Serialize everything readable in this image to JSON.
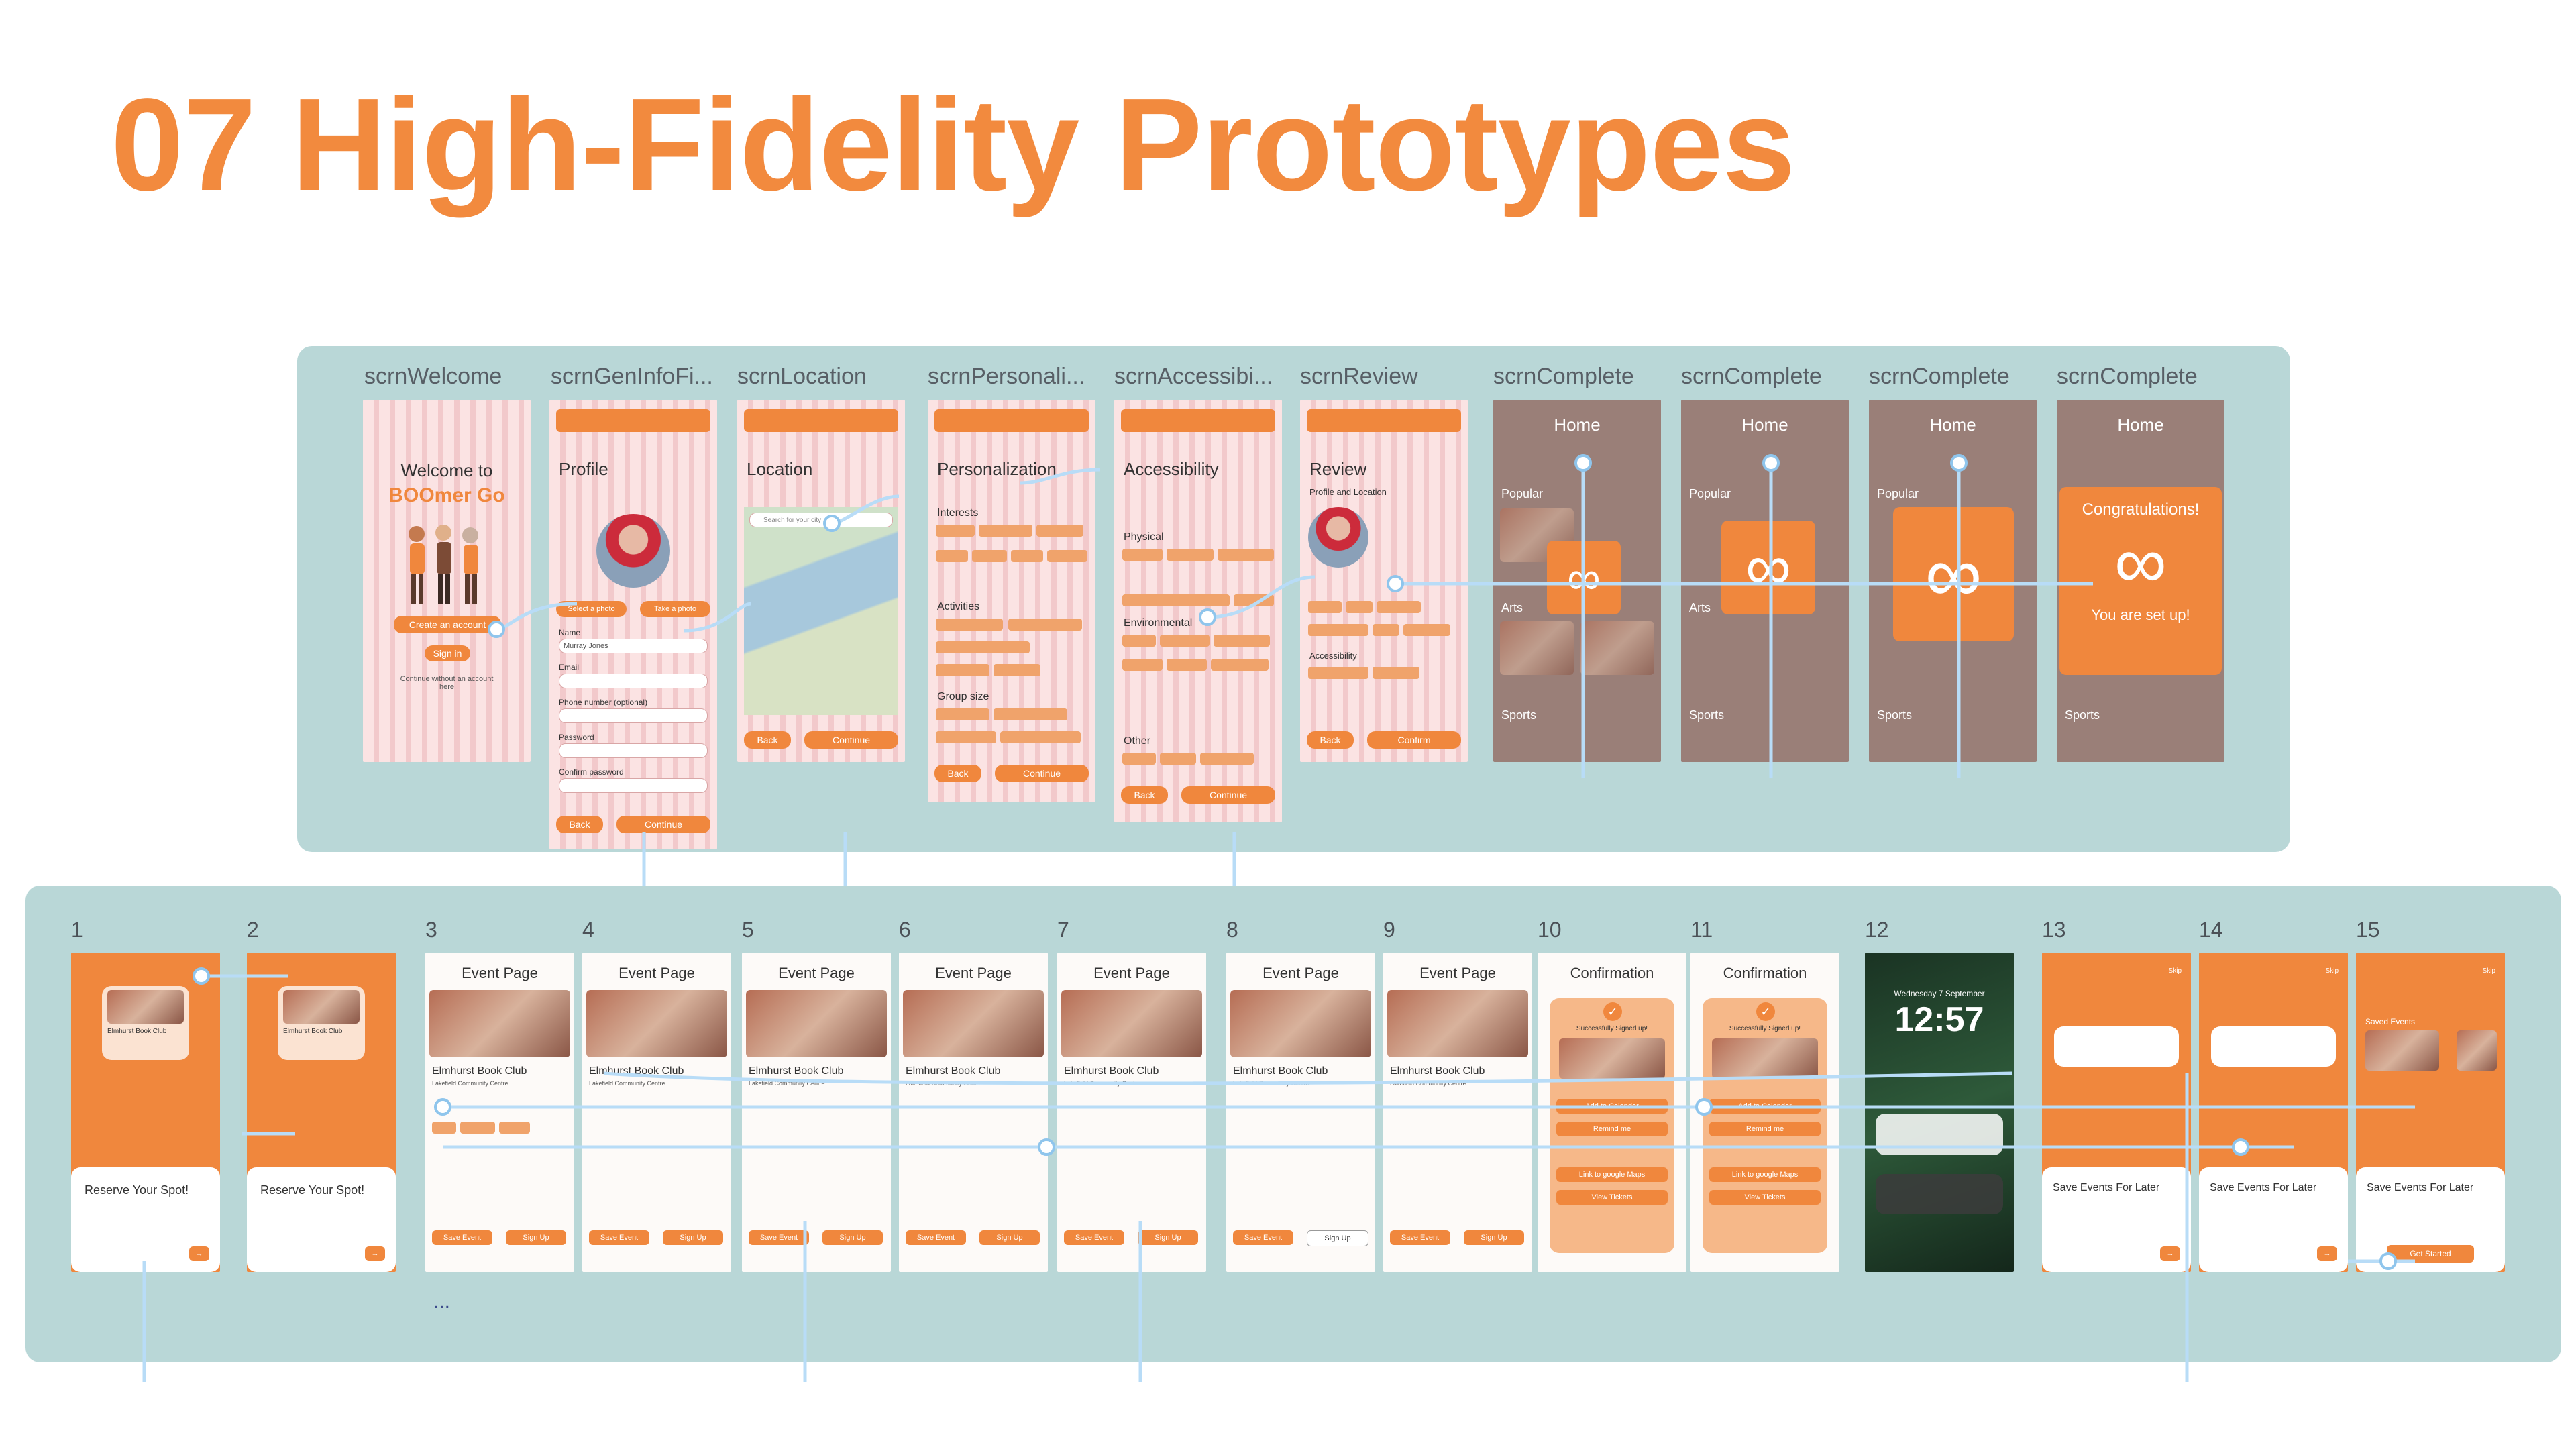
{
  "page": {
    "title": "07 High-Fidelity Prototypes"
  },
  "top_row": {
    "screens": [
      {
        "label": "scrnWelcome"
      },
      {
        "label": "scrnGenInfoFi..."
      },
      {
        "label": "scrnLocation"
      },
      {
        "label": "scrnPersonali..."
      },
      {
        "label": "scrnAccessibi..."
      },
      {
        "label": "scrnReview"
      },
      {
        "label": "scrnComplete"
      },
      {
        "label": "scrnComplete"
      },
      {
        "label": "scrnComplete"
      },
      {
        "label": "scrnComplete"
      }
    ],
    "welcome": {
      "heading": "Welcome to",
      "brand": "BOOmer Go",
      "create_btn": "Create an account",
      "signin_btn": "Sign in",
      "continue_note": "Continue without an account here"
    },
    "profile": {
      "heading": "Profile",
      "select_photo": "Select a photo",
      "take_photo": "Take a photo",
      "name_label": "Name",
      "name_value": "Murray Jones",
      "email_label": "Email",
      "phone_label": "Phone number (optional)",
      "password_label": "Password",
      "confirm_label": "Confirm password",
      "back_btn": "Back",
      "continue_btn": "Continue"
    },
    "location": {
      "heading": "Location",
      "search_placeholder": "Search for your city",
      "back_btn": "Back",
      "continue_btn": "Continue"
    },
    "personalization": {
      "heading": "Personalization",
      "interests": "Interests",
      "activities": "Activities",
      "group_size": "Group size",
      "back_btn": "Back",
      "continue_btn": "Continue"
    },
    "accessibility": {
      "heading": "Accessibility",
      "physical": "Physical",
      "environmental": "Environmental",
      "other": "Other",
      "back_btn": "Back",
      "continue_btn": "Continue"
    },
    "review": {
      "heading": "Review",
      "subheading": "Profile and Location",
      "accessibility": "Accessibility",
      "back_btn": "Back",
      "confirm_btn": "Confirm"
    },
    "complete": {
      "home": "Home",
      "popular": "Popular",
      "arts": "Arts",
      "sports": "Sports",
      "congrats": "Congratulations!",
      "setup": "You are set up!"
    }
  },
  "bottom_row": {
    "screens": [
      {
        "num": "1"
      },
      {
        "num": "2"
      },
      {
        "num": "3"
      },
      {
        "num": "4"
      },
      {
        "num": "5"
      },
      {
        "num": "6"
      },
      {
        "num": "7"
      },
      {
        "num": "8"
      },
      {
        "num": "9"
      },
      {
        "num": "10"
      },
      {
        "num": "11"
      },
      {
        "num": "12"
      },
      {
        "num": "13"
      },
      {
        "num": "14"
      },
      {
        "num": "15"
      }
    ],
    "onboarding": {
      "reserve": "Reserve Your Spot!",
      "club": "Elmhurst Book Club"
    },
    "event": {
      "title": "Event Page",
      "club": "Elmhurst Book Club",
      "venue": "Lakefield Community Centre",
      "save_btn": "Save Event",
      "signup_btn": "Sign Up"
    },
    "confirmation": {
      "title": "Confirmation",
      "signed_up": "Successfully Signed up!",
      "add_calendar": "Add to Calendar",
      "remind": "Remind me",
      "maps": "Link to google Maps",
      "tickets": "View Tickets"
    },
    "lock": {
      "date": "Wednesday 7 September",
      "time": "12:57"
    },
    "save_later": {
      "heading": "Save Events For Later",
      "saved": "Saved Events",
      "get_started": "Get Started",
      "skip": "Skip"
    }
  },
  "ellipsis": "..."
}
